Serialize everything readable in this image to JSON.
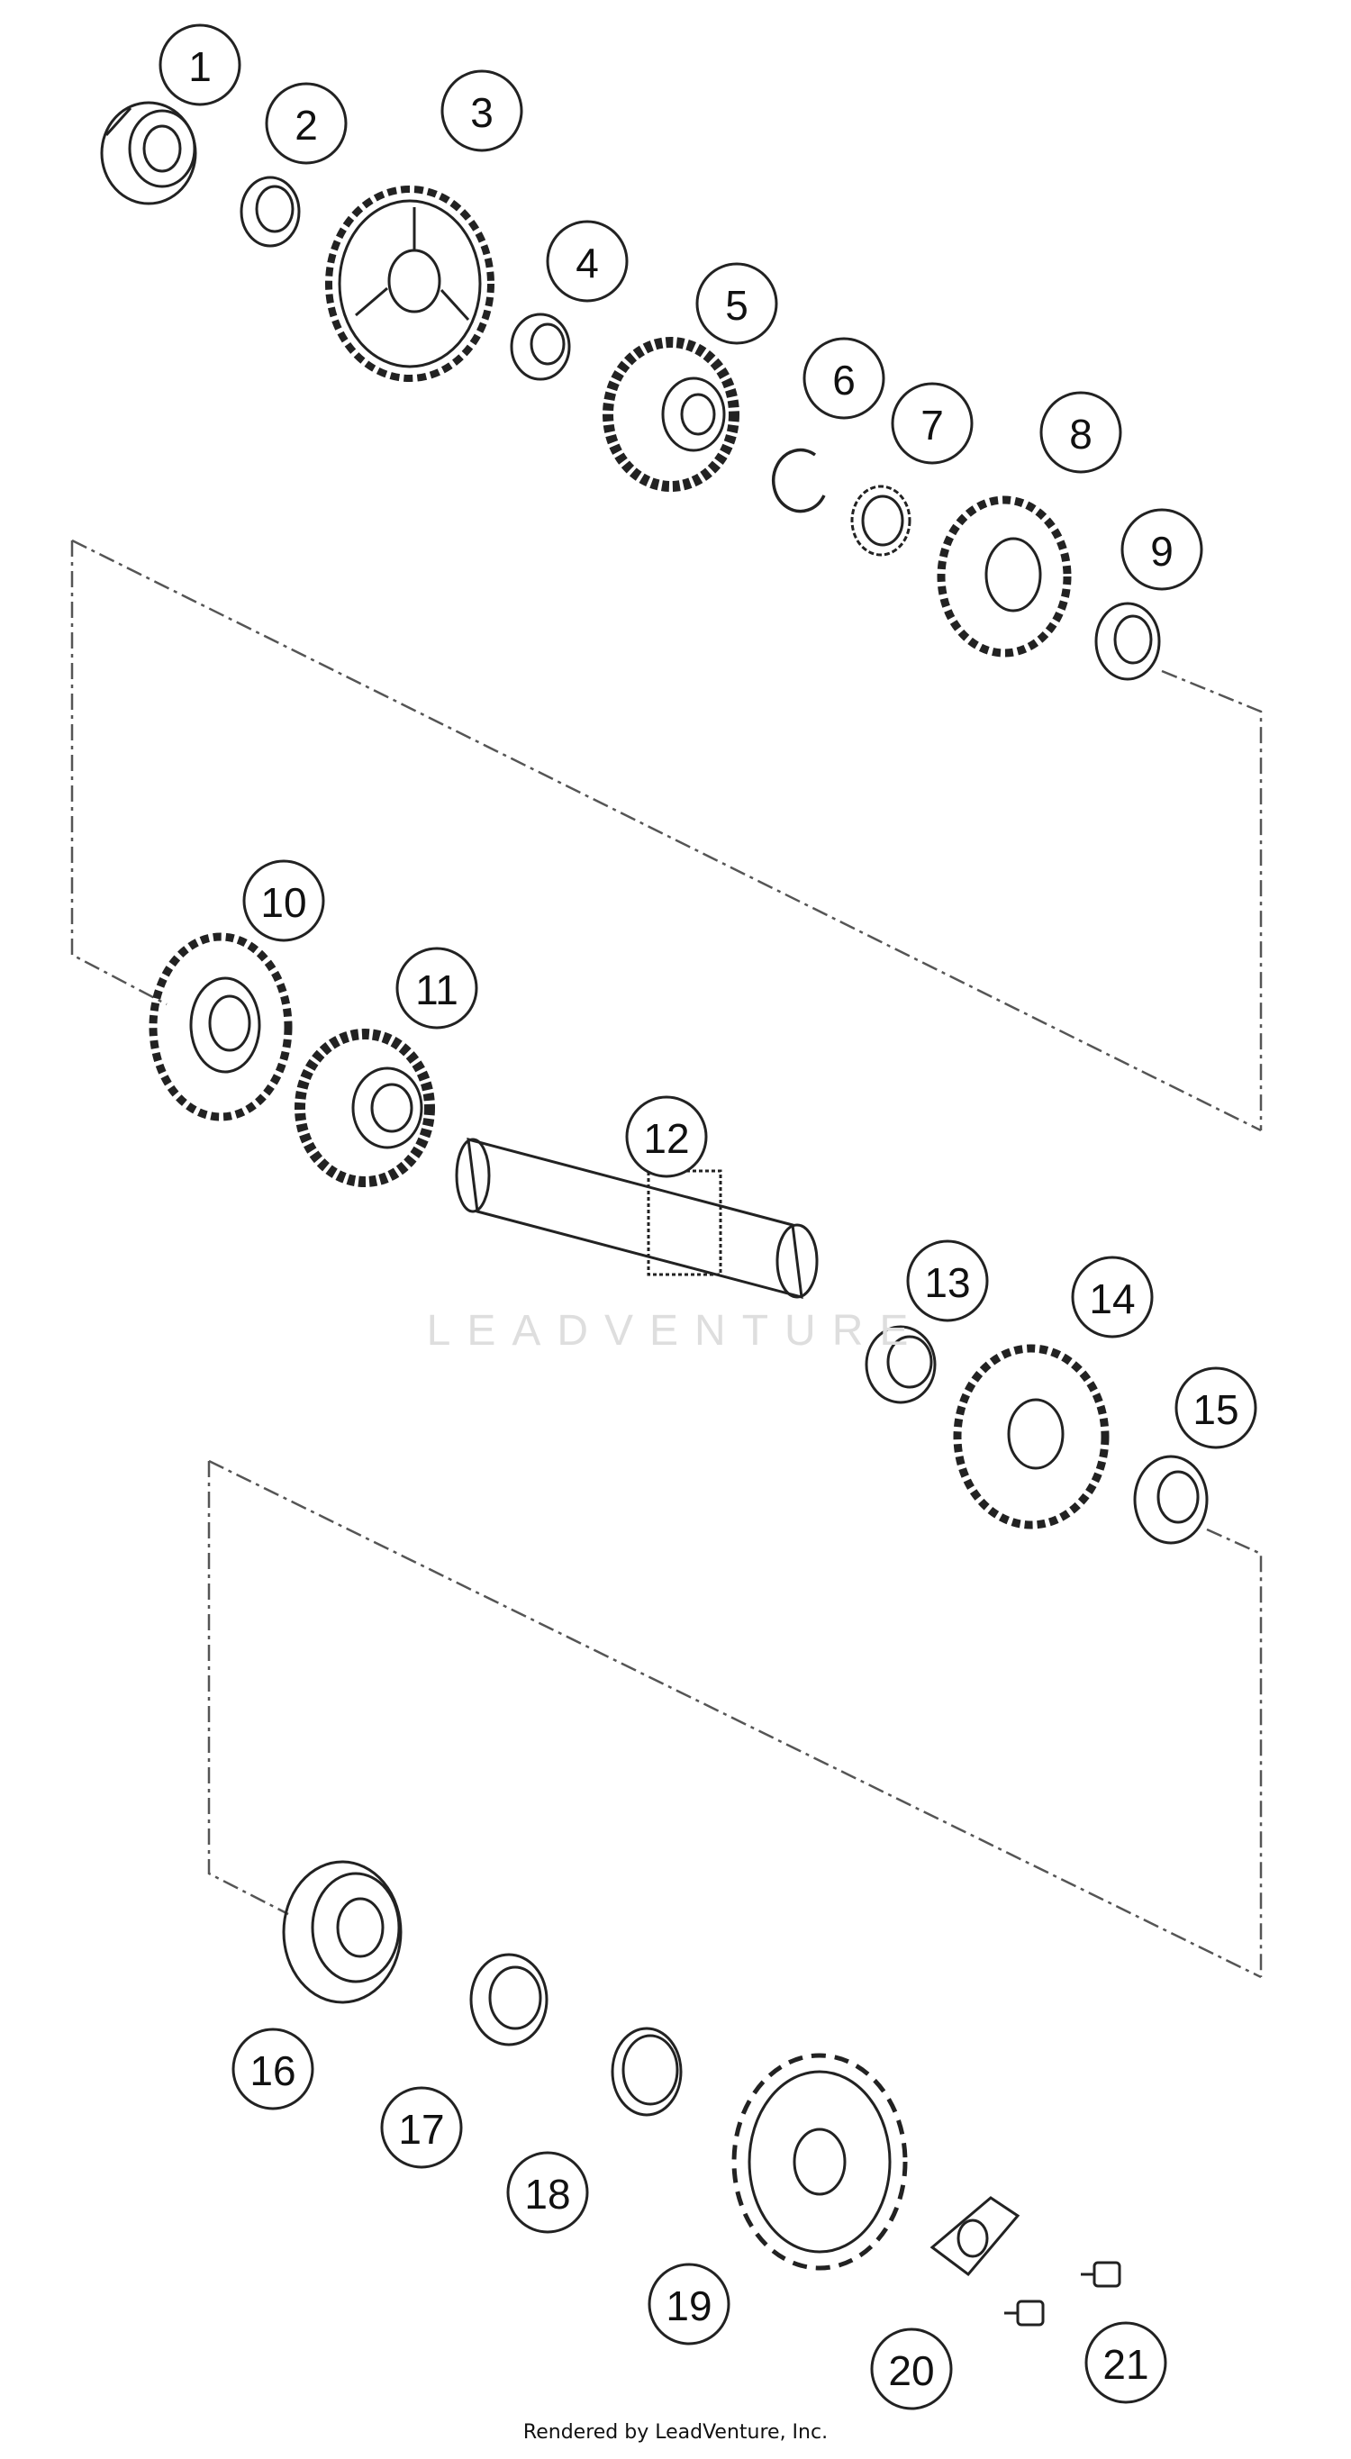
{
  "diagram": {
    "callouts": [
      "1",
      "2",
      "3",
      "4",
      "5",
      "6",
      "7",
      "8",
      "9",
      "10",
      "11",
      "12",
      "13",
      "14",
      "15",
      "16",
      "17",
      "18",
      "19",
      "20",
      "21"
    ]
  },
  "watermark": "LEADVENTURE",
  "footer": "Rendered by LeadVenture, Inc."
}
